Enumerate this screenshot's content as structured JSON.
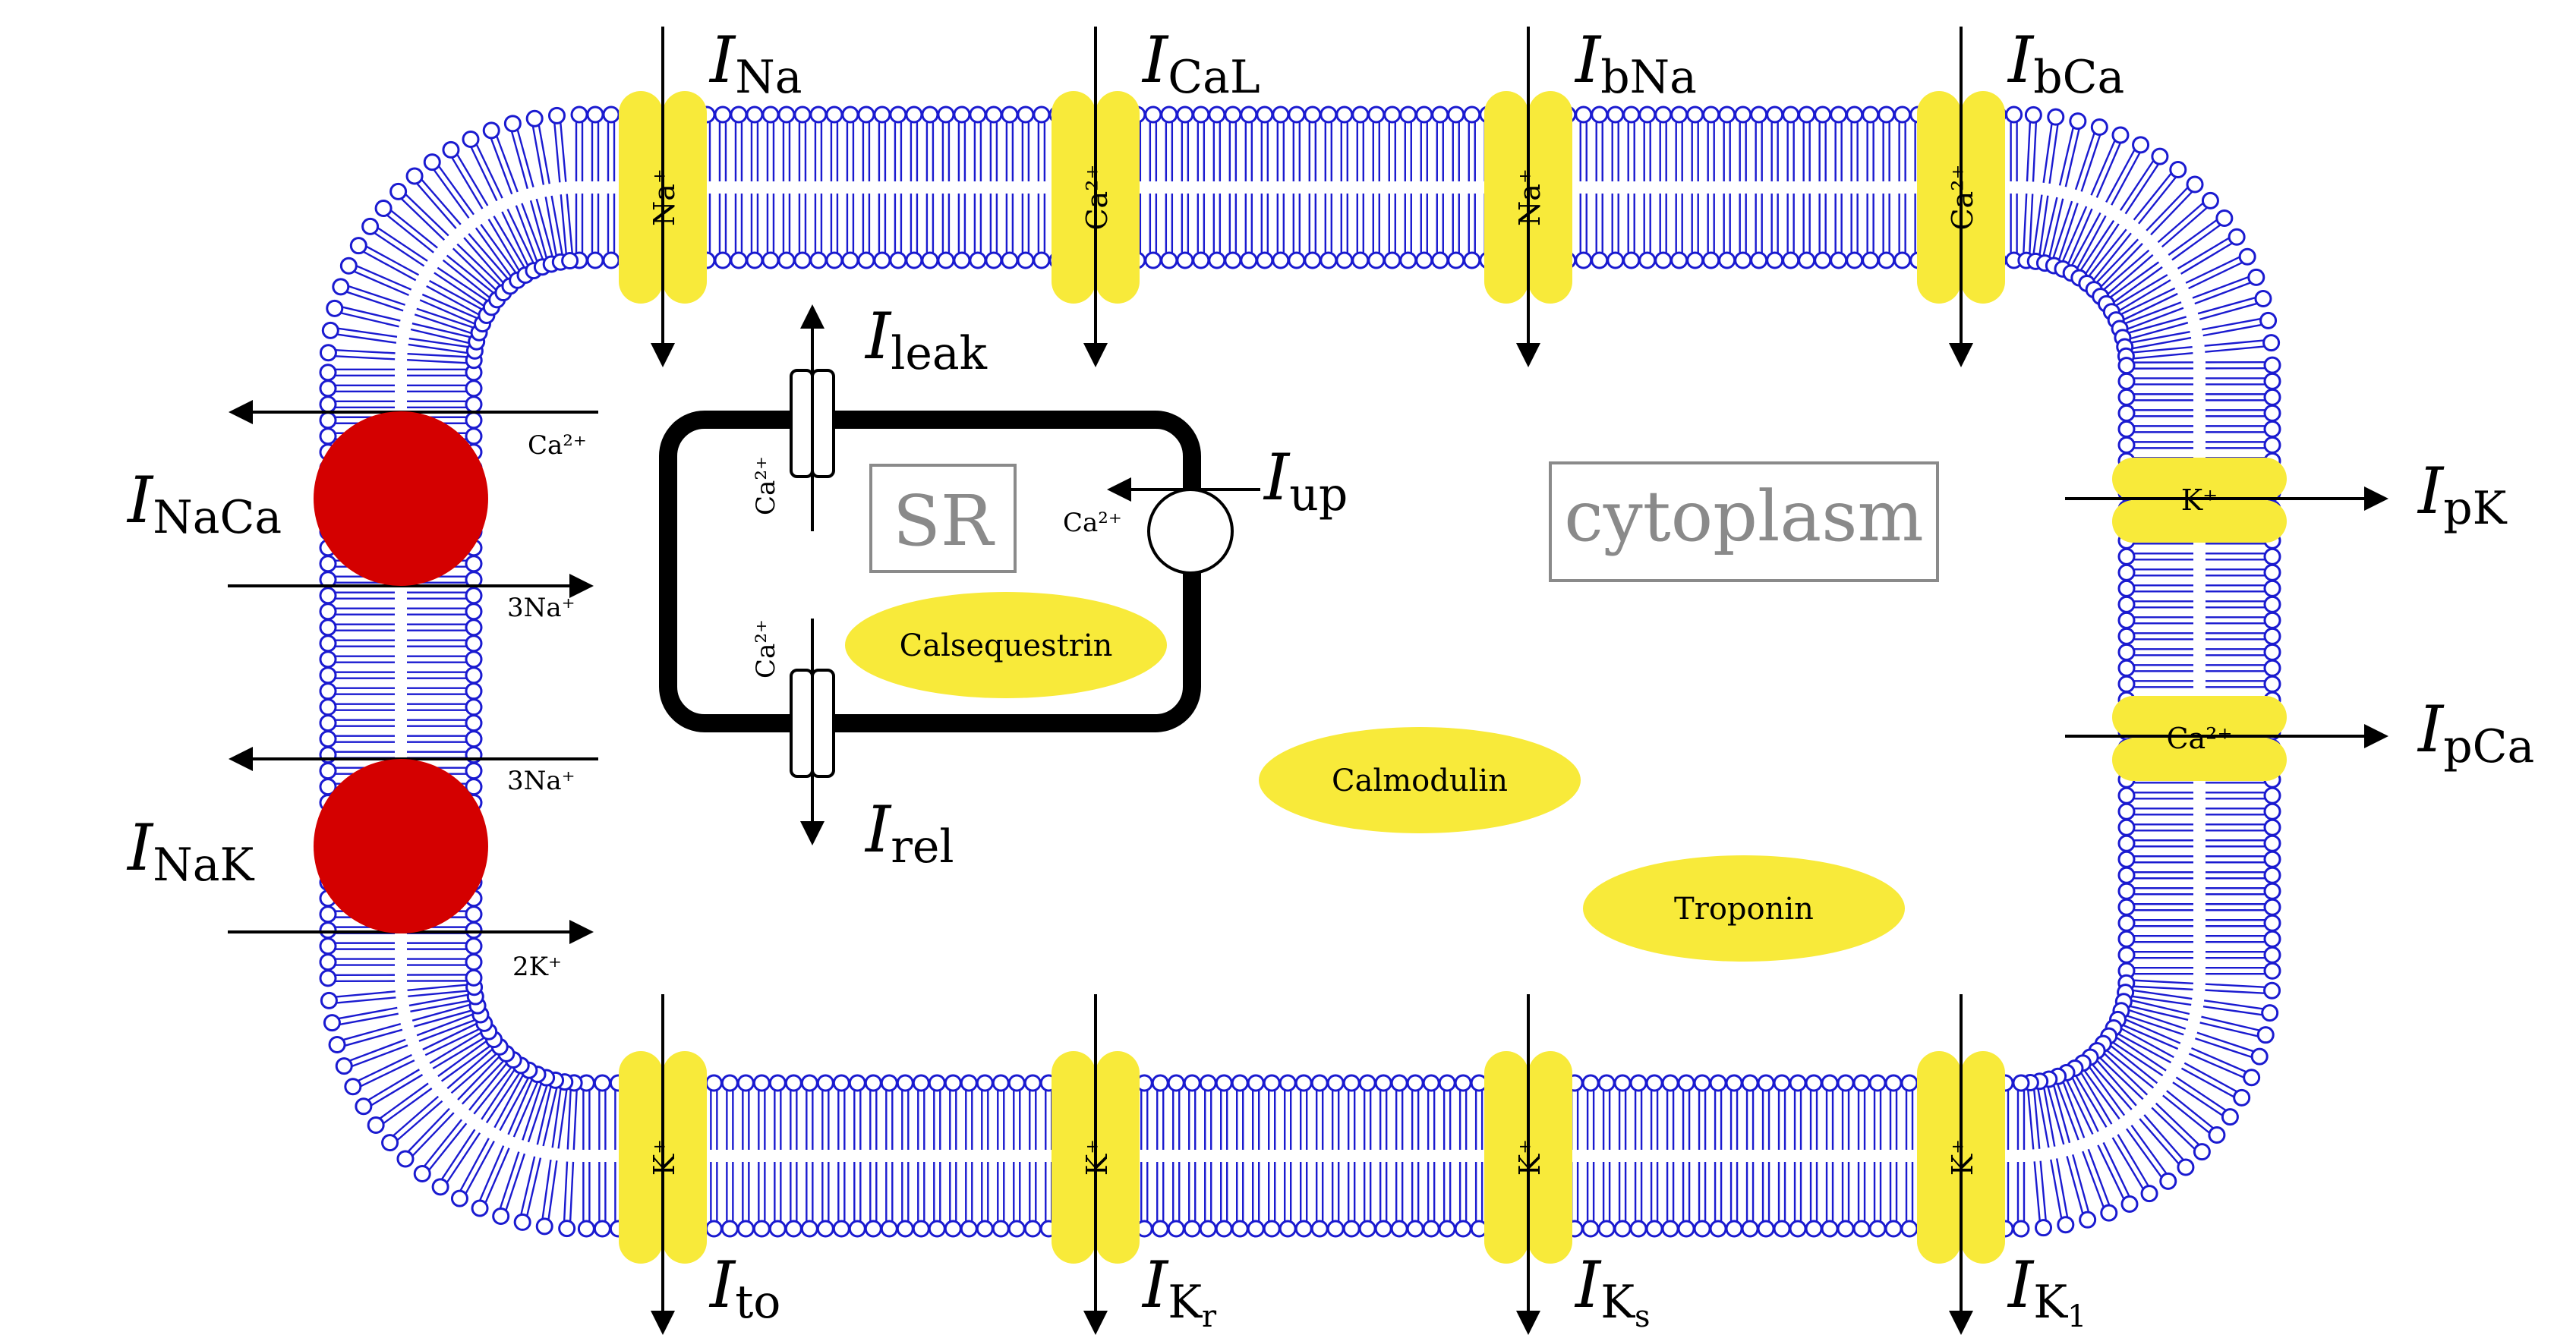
{
  "colors": {
    "membrane": "#1a1ad0",
    "channel": "#f8ea3a",
    "pump": "#d40000",
    "sr_wall": "#000000",
    "box_label": "#8a8a8a"
  },
  "compartments": {
    "sr": "SR",
    "cytoplasm": "cytoplasm"
  },
  "proteins": {
    "calsequestrin": "Calsequestrin",
    "calmodulin": "Calmodulin",
    "troponin": "Troponin"
  },
  "currents": {
    "na": {
      "base": "I",
      "sub": "Na"
    },
    "cal": {
      "base": "I",
      "sub": "CaL"
    },
    "bna": {
      "base": "I",
      "sub": "bNa"
    },
    "bca": {
      "base": "I",
      "sub": "bCa"
    },
    "leak": {
      "base": "I",
      "sub": "leak"
    },
    "up": {
      "base": "I",
      "sub": "up"
    },
    "rel": {
      "base": "I",
      "sub": "rel"
    },
    "pk": {
      "base": "I",
      "sub": "pK"
    },
    "pca": {
      "base": "I",
      "sub": "pCa"
    },
    "naca": {
      "base": "I",
      "sub": "NaCa"
    },
    "nak": {
      "base": "I",
      "sub": "NaK"
    },
    "to": {
      "base": "I",
      "sub": "to"
    },
    "kr": {
      "base": "I",
      "sub": "K",
      "subsub": "r"
    },
    "ks": {
      "base": "I",
      "sub": "K",
      "subsub": "s"
    },
    "k1": {
      "base": "I",
      "sub": "K",
      "subsub": "1"
    }
  },
  "channel_ions": {
    "top": [
      "Na⁺",
      "Ca²⁺",
      "Na⁺",
      "Ca²⁺"
    ],
    "bottom": [
      "K⁺",
      "K⁺",
      "K⁺",
      "K⁺"
    ],
    "right_pk": "K⁺",
    "right_pca": "Ca²⁺",
    "sr_leak": "Ca²⁺",
    "sr_rel": "Ca²⁺",
    "sr_up": "Ca²⁺"
  },
  "exchanger_ions": {
    "naca_out": "Ca²⁺",
    "naca_in": "3Na⁺",
    "nak_out": "3Na⁺",
    "nak_in": "2K⁺"
  }
}
